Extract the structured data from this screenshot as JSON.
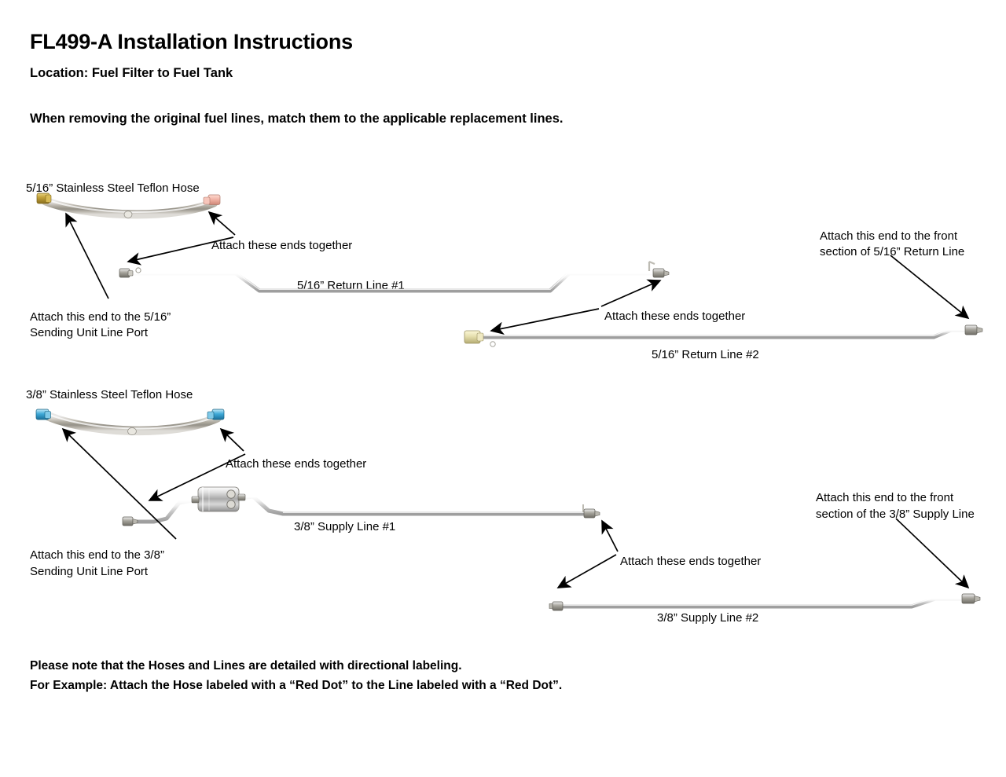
{
  "document": {
    "title": "FL499-A Installation Instructions",
    "subtitle": "Location: Fuel Filter to Fuel Tank",
    "lead": "When removing the original fuel lines, match them to the applicable replacement lines."
  },
  "sections": [
    {
      "id": "section-516",
      "hose_label": "5/16” Stainless Steel Teflon Hose",
      "hose_end_left_color": "#b9962f",
      "hose_end_right_color": "#f0b4a8",
      "line1_label": "5/16” Return Line #1",
      "line2_label": "5/16” Return Line #2",
      "callout_attach_hose_to_line": "Attach these ends together",
      "callout_sending_unit": "Attach this end to the 5/16”\nSending Unit Line Port",
      "callout_sending_unit_line1": "Attach this end to the 5/16”",
      "callout_sending_unit_line2": "Sending Unit Line Port",
      "callout_attach_lines": "Attach these ends together",
      "callout_front_section_line1": "Attach this end to the front",
      "callout_front_section_line2": "section of 5/16” Return Line"
    },
    {
      "id": "section-38",
      "hose_label": "3/8” Stainless Steel Teflon Hose",
      "hose_end_left_color": "#3fa9d8",
      "hose_end_right_color": "#3fa9d8",
      "line1_label": "3/8” Supply Line #1",
      "line2_label": "3/8” Supply Line #2",
      "callout_attach_hose_to_line": "Attach these ends together",
      "callout_sending_unit_line1": "Attach this end to the 3/8”",
      "callout_sending_unit_line2": "Sending Unit Line Port",
      "callout_attach_lines": "Attach these ends together",
      "callout_front_section_line1": "Attach this end to the front",
      "callout_front_section_line2": "section of the 3/8” Supply Line"
    }
  ],
  "footer": {
    "note_line1": "Please note that the Hoses and Lines are detailed with directional labeling.",
    "note_line2": "For Example: Attach the Hose labeled with a “Red Dot” to the Line labeled with a “Red Dot”."
  },
  "colors": {
    "tube_light": "#f2f2f2",
    "tube_mid": "#c9c9c9",
    "tube_dark": "#9a9a9a",
    "brass": "#b9962f",
    "brass_pale": "#e8e2b8",
    "arrow": "#000000",
    "text": "#000000",
    "background": "#ffffff"
  }
}
